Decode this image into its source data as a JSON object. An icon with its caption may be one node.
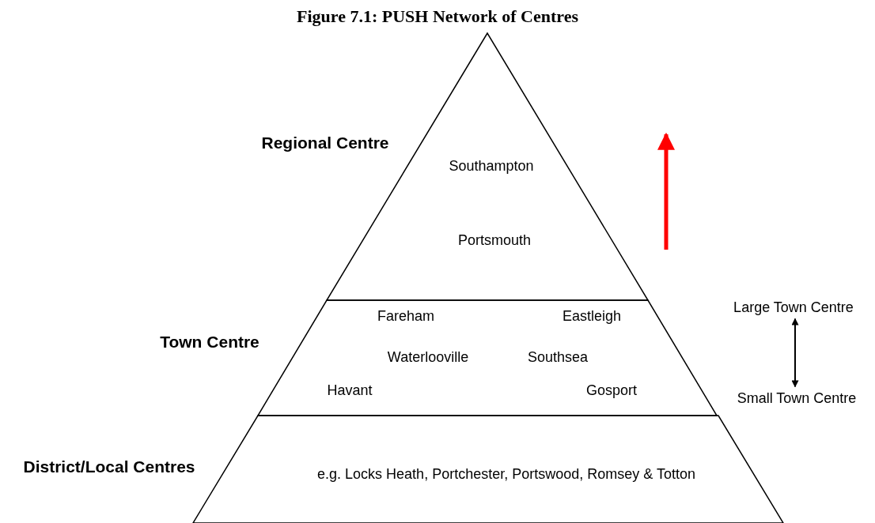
{
  "diagram": {
    "title": "Figure 7.1: PUSH Network of Centres",
    "nodes": [
      {
        "text": [
          "Southampton",
          "Portsmouth"
        ],
        "beside": [
          "Regional Centre"
        ]
      },
      {
        "text": [
          "Fareham",
          "Eastleigh",
          "Waterlooville",
          "Southsea",
          "Havant",
          "Gosport"
        ],
        "beside": [
          "Town Centre"
        ]
      },
      {
        "text": [
          "e.g. Locks Heath, Portchester, Portswood, Romsey & Totton"
        ],
        "beside": [
          "District/Local Centres"
        ]
      },
      {
        "text": [
          "Large Town Centre"
        ]
      },
      {
        "text": [
          "Small Town Centre"
        ]
      }
    ],
    "edges": [
      {
        "from": 3,
        "to": 4,
        "arrow": "both"
      }
    ]
  }
}
